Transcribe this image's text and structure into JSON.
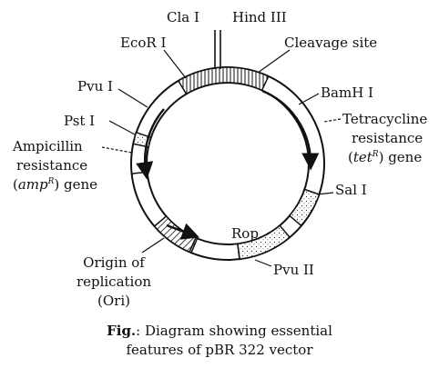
{
  "labels": {
    "cla": "Cla I",
    "hind": "Hind III",
    "ecor": "EcoR I",
    "cleavage": "Cleavage site",
    "pvu1": "Pvu I",
    "bamh": "BamH I",
    "pst": "Pst I",
    "tet_line1": "Tetracycline",
    "tet_line2": "resistance",
    "tet_line3_a": "(",
    "tet_line3_b": "tet",
    "tet_line3_sup": "R",
    "tet_line3_c": ") gene",
    "amp_line1": "Ampicillin",
    "amp_line2": "resistance",
    "amp_line3_a": "(",
    "amp_line3_b": "amp",
    "amp_line3_sup": "R",
    "amp_line3_c": ") gene",
    "sal": "Sal I",
    "rop": "Rop",
    "ori_line1": "Origin of",
    "ori_line2": "replication",
    "ori_line3": "(Ori)",
    "pvu2": "Pvu II"
  },
  "caption": {
    "prefix": "Fig.",
    "line1_rest": ": Diagram showing essential",
    "line2": "features of pBR 322 vector"
  },
  "colors": {
    "ink": "#111111",
    "background": "#ffffff"
  }
}
